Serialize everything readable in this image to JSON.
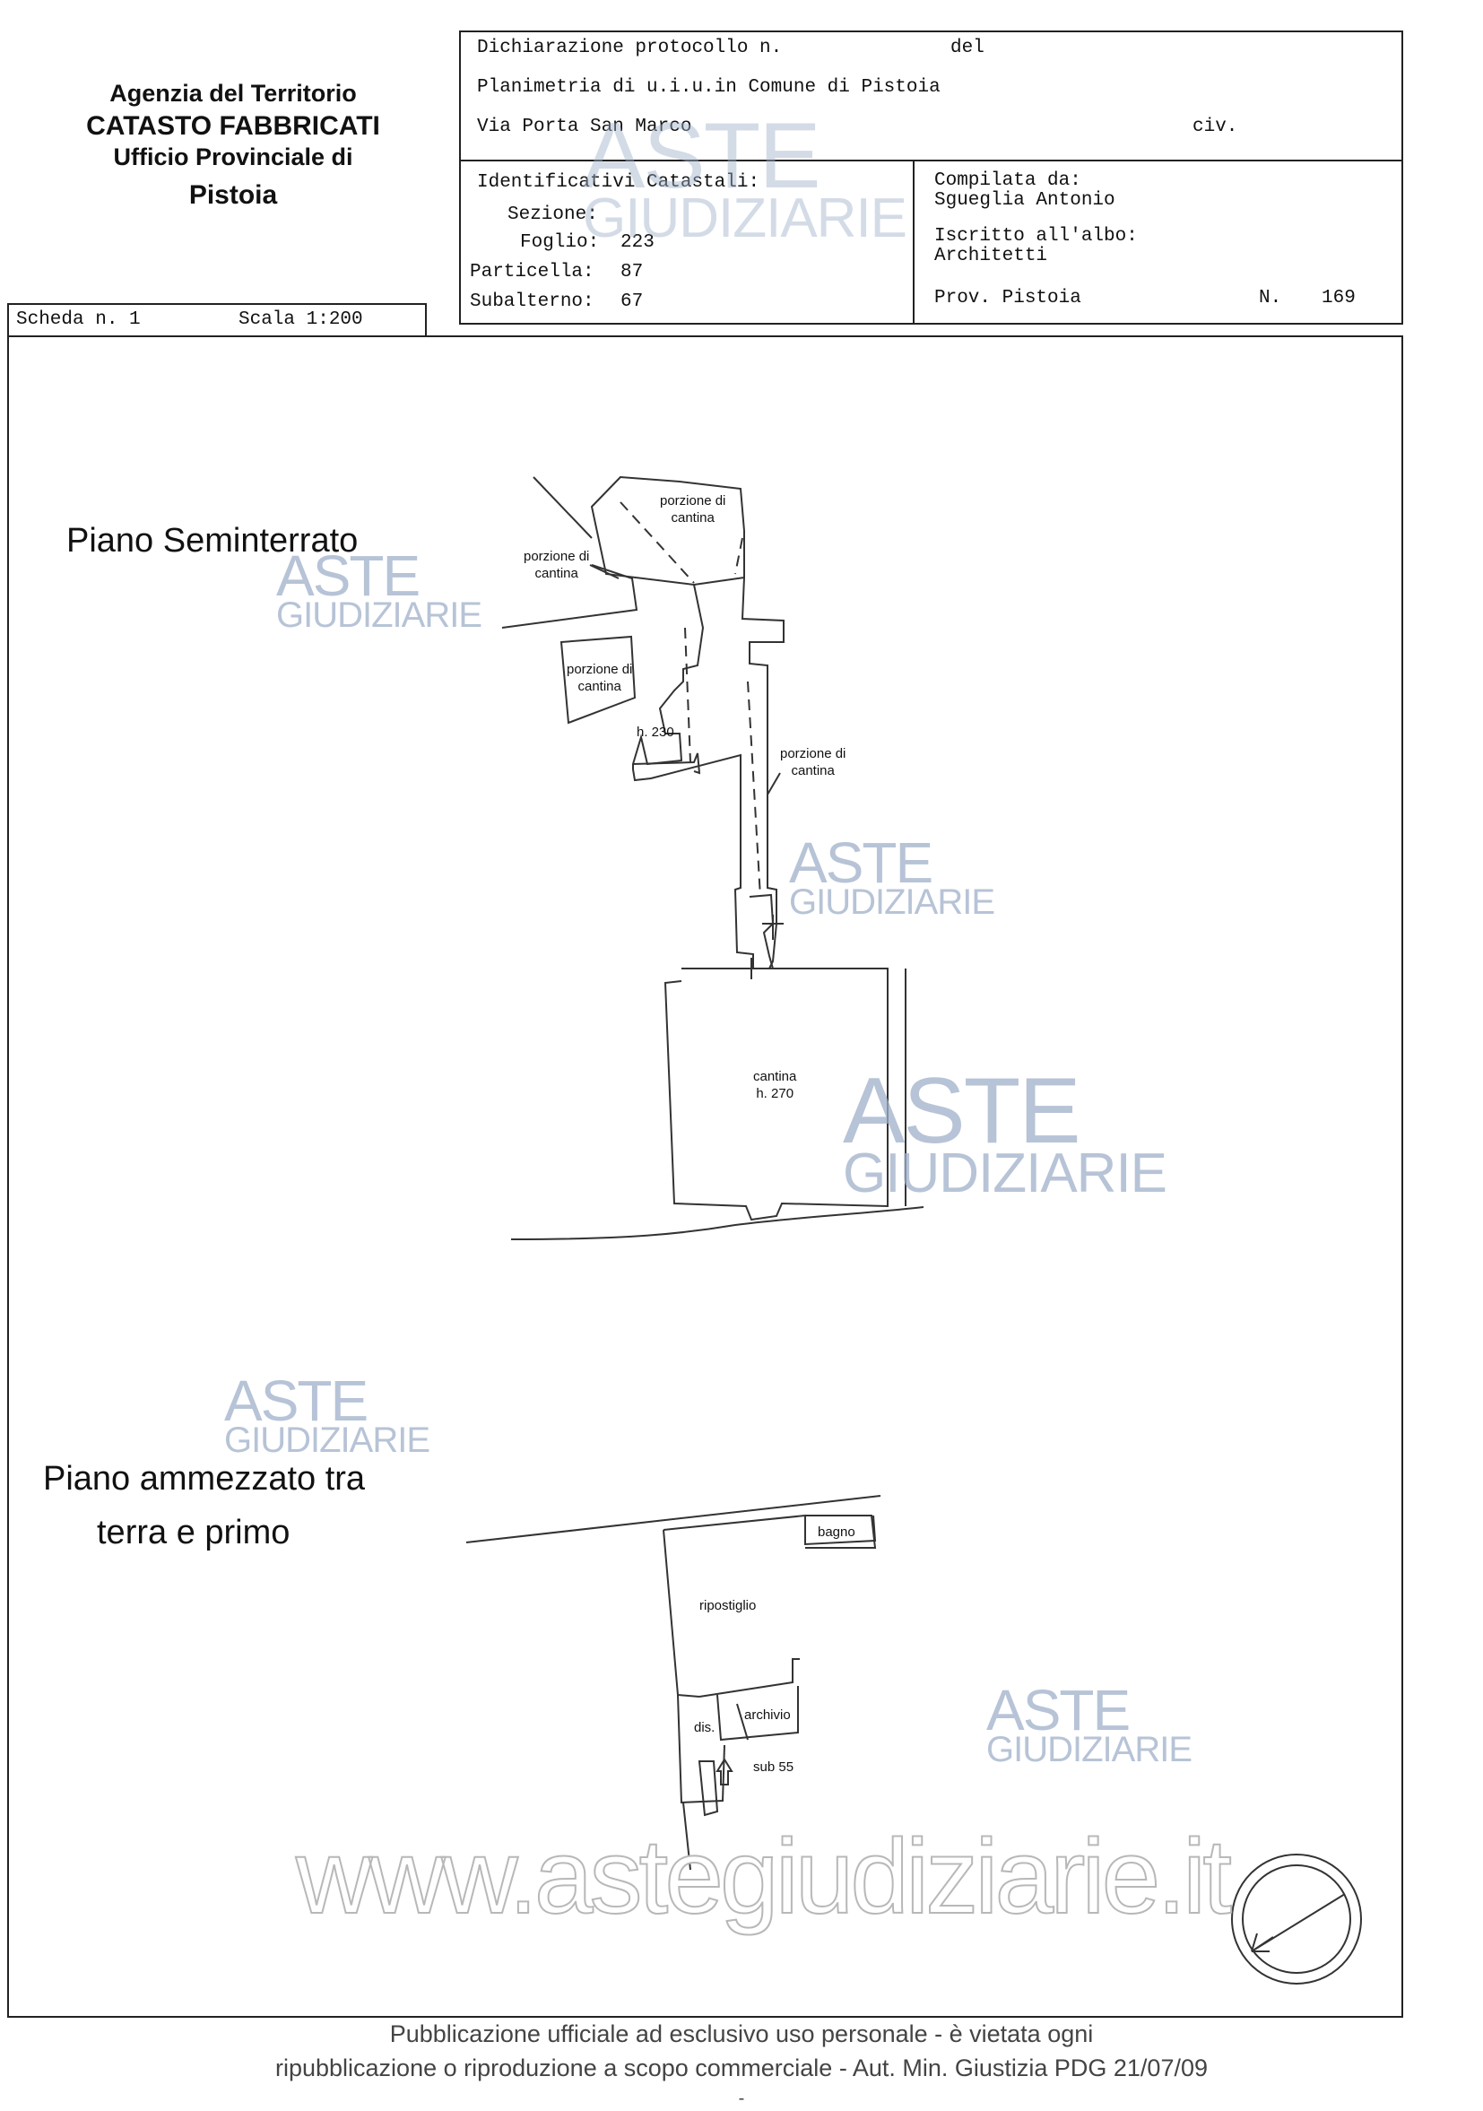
{
  "agency": {
    "line1": "Agenzia del Territorio",
    "line2": "CATASTO FABBRICATI",
    "line3": "Ufficio Provinciale di",
    "line4": "Pistoia"
  },
  "header": {
    "protocol_label": "Dichiarazione protocollo n.",
    "del_label": "del",
    "planimetria": "Planimetria di u.i.u.in Comune di Pistoia",
    "address": "Via Porta San Marco",
    "civ_label": "civ."
  },
  "identificativi": {
    "title": "Identificativi Catastali:",
    "sezione_label": "Sezione:",
    "foglio_label": "Foglio:",
    "foglio_value": "223",
    "particella_label": "Particella:",
    "particella_value": "87",
    "subalterno_label": "Subalterno:",
    "subalterno_value": "67"
  },
  "compilata": {
    "label": "Compilata da:",
    "name": "Sgueglia Antonio",
    "iscritto_label": "Iscritto all'albo:",
    "albo": "Architetti",
    "prov": "Prov. Pistoia",
    "n_label": "N.",
    "n_value": "169"
  },
  "scheda": {
    "label": "Scheda n. 1",
    "scala": "Scala 1:200"
  },
  "plan": {
    "floor1_title": "Piano Seminterrato",
    "floor2_title_line1": "Piano ammezzato tra",
    "floor2_title_line2": "terra e primo",
    "rooms": {
      "porzione1_l1": "porzione di",
      "porzione1_l2": "cantina",
      "porzione2_l1": "porzione di",
      "porzione2_l2": "cantina",
      "porzione3_l1": "porzione di",
      "porzione3_l2": "cantina",
      "porzione4_l1": "porzione di",
      "porzione4_l2": "cantina",
      "h230": "h. 230",
      "cantina": "cantina",
      "h270": "h. 270",
      "bagno": "bagno",
      "ripostiglio": "ripostiglio",
      "dis": "dis.",
      "archivio": "archivio",
      "sub55": "sub 55"
    }
  },
  "watermark": {
    "aste": "ASTE",
    "giudiziarie": "GIUDIZIARIE",
    "url": "www.astegiudiziarie.it"
  },
  "footer": {
    "line1": "Pubblicazione ufficiale ad esclusivo uso personale - è vietata ogni",
    "line2": "ripubblicazione o riproduzione a scopo commerciale - Aut. Min. Giustizia PDG 21/07/09",
    "line3": "-"
  }
}
